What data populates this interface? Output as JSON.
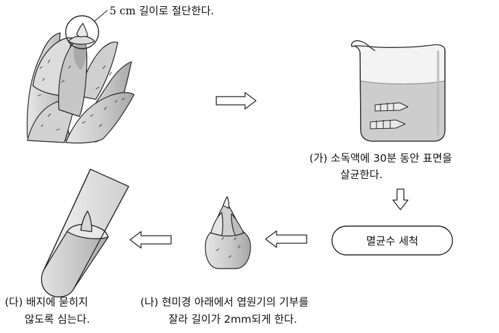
{
  "annotations": {
    "cut_note": "5 cm  길이로  절단한다.",
    "step_ga_line1": "(가) 소독액에 30분 동안 표면을",
    "step_ga_line2": "살균한다.",
    "wash_box": "멸균수  세척",
    "step_na_line1": "(나) 현미경 아래에서 엽원기의 기부를",
    "step_na_line2": "잘라 길이가 2mm되게 한다.",
    "step_da_line1": "(다) 배지에 묻히지",
    "step_da_line2": "않도록 심는다."
  },
  "icons": [
    "shoot-apex-illustration",
    "beaker-illustration",
    "excised-tip-illustration",
    "test-tube-illustration",
    "arrow-right",
    "arrow-down",
    "arrow-left"
  ],
  "colors": {
    "ink": "#111111",
    "leaf_fill": "#d6d6d6",
    "leaf_dark": "#9a9a9a",
    "liquid": "#c8c8c8",
    "glass": "#efefef"
  }
}
